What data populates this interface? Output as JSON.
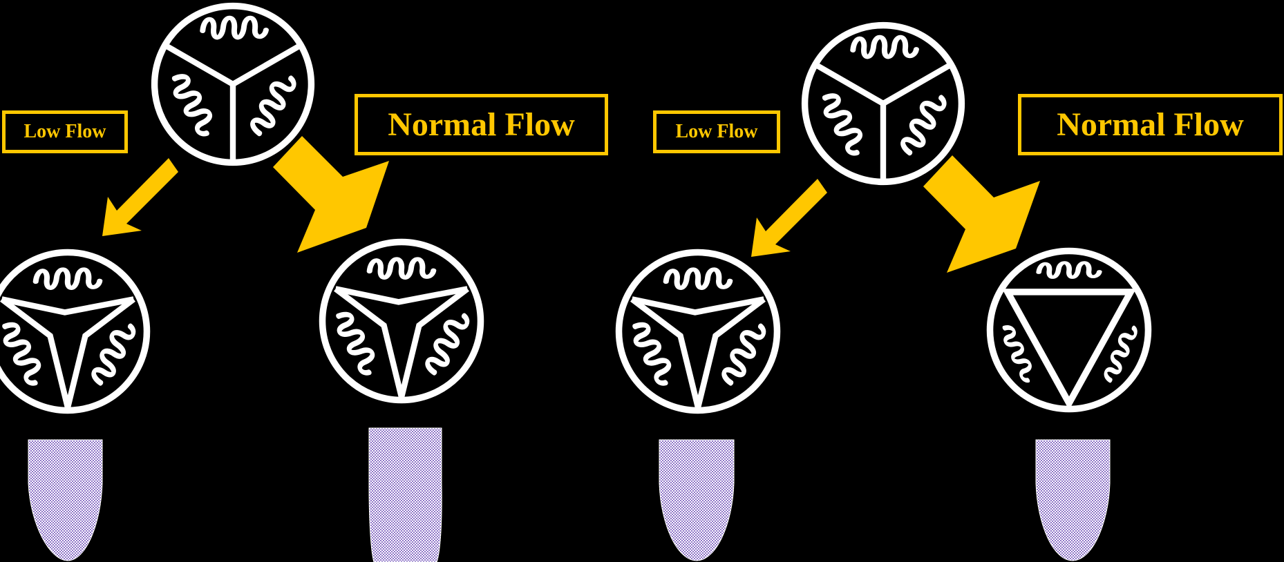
{
  "labels": {
    "low_flow": "Low Flow",
    "normal_flow": "Normal Flow"
  },
  "colors": {
    "background": "#000000",
    "accent": "#FFC700",
    "outline": "#FFFFFF",
    "fill_pattern": "#8E74C8"
  },
  "panels": [
    {
      "id": "left",
      "low_flow_label": "Low Flow",
      "normal_flow_label": "Normal Flow"
    },
    {
      "id": "right",
      "low_flow_label": "Low Flow",
      "normal_flow_label": "Normal Flow"
    }
  ]
}
